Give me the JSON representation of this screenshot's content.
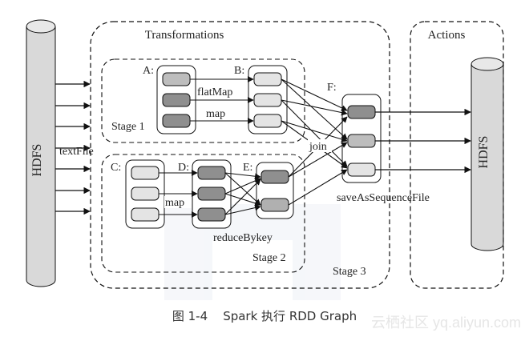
{
  "diagram": {
    "hdfs_left": "HDFS",
    "hdfs_right": "HDFS",
    "section_transformations": "Transformations",
    "section_actions": "Actions",
    "stage1": "Stage 1",
    "stage2": "Stage 2",
    "stage3": "Stage 3",
    "rdd_a": "A:",
    "rdd_b": "B:",
    "rdd_c": "C:",
    "rdd_d": "D:",
    "rdd_e": "E:",
    "rdd_f": "F:",
    "op_textfile": "textFile",
    "op_flatmap": "flatMap",
    "op_map_top": "map",
    "op_map_bottom": "map",
    "op_join": "join",
    "op_reducebykey": "reduceBykey",
    "op_save": "saveAsSequenceFile"
  },
  "caption": "图 1-4    Spark 执行 RDD Graph",
  "watermark": "云栖社区 yq.aliyun.com",
  "colors": {
    "cylinder_fill": "#d9d9d9",
    "partition_light": "#e4e4e4",
    "partition_mid": "#bdbdbd",
    "partition_dark": "#8f8f8f",
    "line": "#111111"
  }
}
